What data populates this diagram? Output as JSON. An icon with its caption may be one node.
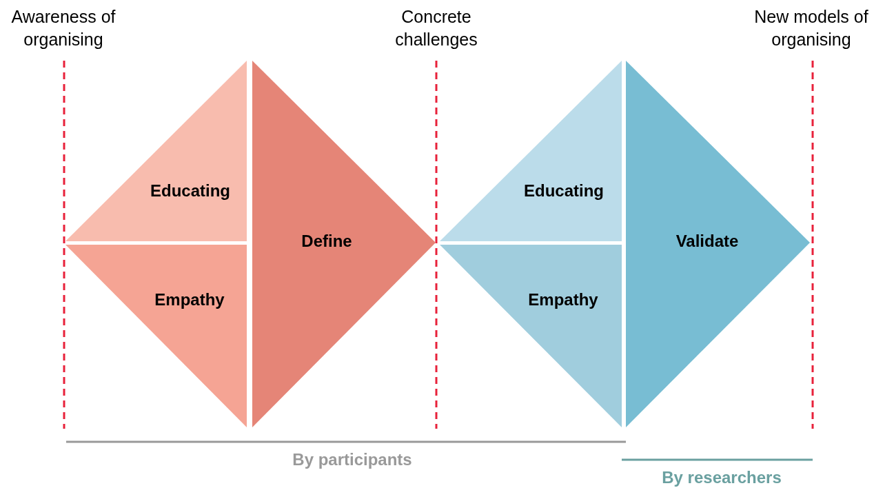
{
  "diagram": {
    "nodes": [
      {
        "text": [
          "Educating"
        ]
      },
      {
        "text": [
          "Empathy"
        ]
      },
      {
        "text": [
          "Define"
        ]
      },
      {
        "text": [
          "Educating"
        ]
      },
      {
        "text": [
          "Empathy"
        ]
      },
      {
        "text": [
          "Validate"
        ]
      }
    ],
    "labels": [
      "Awareness of organising",
      "Concrete challenges",
      "New models of organising",
      "By participants",
      "By researchers"
    ]
  }
}
